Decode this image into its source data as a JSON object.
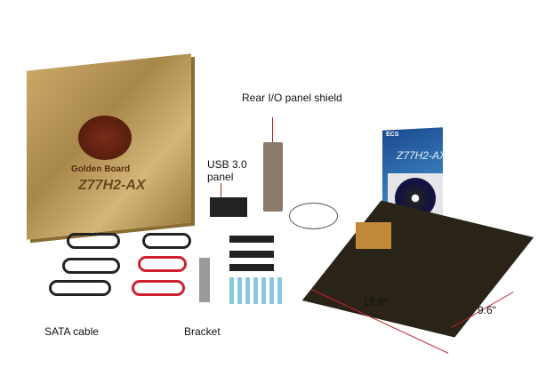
{
  "labels": {
    "rear_io": "Rear I/O panel shield",
    "usb_panel": "USB 3.0 panel",
    "sata_cable": "SATA cable",
    "bracket": "Bracket",
    "length": "12.0\"",
    "width": "9.6\""
  },
  "box": {
    "brand": "Golden Board",
    "model": "Z77H2-AX"
  },
  "manual": {
    "brand": "ECS",
    "model": "Z77H2-AX"
  }
}
